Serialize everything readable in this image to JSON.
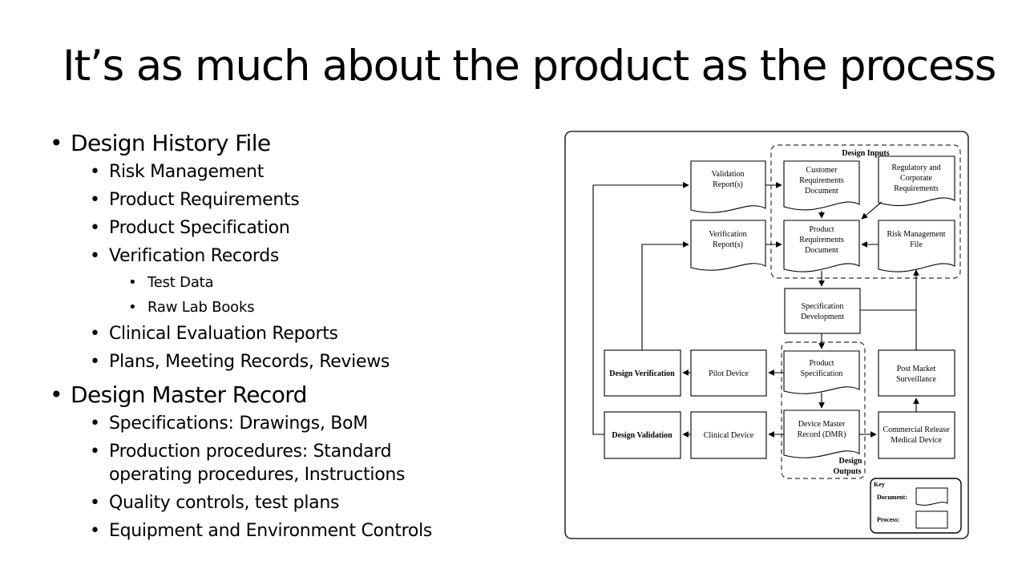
{
  "slide": {
    "title": "It’s as much about the product as the process"
  },
  "bullets": [
    {
      "level": 1,
      "text": "Design History File"
    },
    {
      "level": 2,
      "text": "Risk Management"
    },
    {
      "level": 2,
      "text": "Product Requirements"
    },
    {
      "level": 2,
      "text": "Product Specification"
    },
    {
      "level": 2,
      "text": "Verification Records"
    },
    {
      "level": 3,
      "text": "Test Data"
    },
    {
      "level": 3,
      "text": "Raw Lab Books"
    },
    {
      "level": 2,
      "text": "Clinical Evaluation Reports"
    },
    {
      "level": 2,
      "text": "Plans, Meeting Records, Reviews"
    },
    {
      "level": 1,
      "text": "Design Master Record"
    },
    {
      "level": 2,
      "text": "Specifications: Drawings, BoM"
    },
    {
      "level": 2,
      "text": "Production procedures: Standard operating procedures, Instructions"
    },
    {
      "level": 2,
      "text": "Quality controls, test plans"
    },
    {
      "level": 2,
      "text": "Equipment and Environment Controls"
    }
  ],
  "diagram": {
    "groups": {
      "design_inputs": "Design Inputs",
      "design_outputs_line1": "Design",
      "design_outputs_line2": "Outputs"
    },
    "nodes": {
      "validation_report": [
        "Validation",
        "Report(s)"
      ],
      "customer_requirements": [
        "Customer",
        "Requirements",
        "Document"
      ],
      "regulatory_requirements": [
        "Regulatory and",
        "Corporate",
        "Requirements"
      ],
      "verification_report": [
        "Verification",
        "Report(s)"
      ],
      "product_requirements": [
        "Product",
        "Requirements",
        "Document"
      ],
      "risk_management": [
        "Risk Management",
        "File"
      ],
      "specification_development": [
        "Specification",
        "Development"
      ],
      "design_verification": [
        "Design Verification"
      ],
      "pilot_device": [
        "Pilot Device"
      ],
      "product_specification": [
        "Product",
        "Specification"
      ],
      "post_market": [
        "Post Market",
        "Surveillance"
      ],
      "design_validation": [
        "Design Validation"
      ],
      "clinical_device": [
        "Clinical Device"
      ],
      "device_master_record": [
        "Device Master",
        "Record (DMR)"
      ],
      "commercial_release": [
        "Commercial Release",
        "Medical Device"
      ]
    },
    "key": {
      "title": "Key",
      "document": "Document:",
      "process": "Process:"
    }
  }
}
